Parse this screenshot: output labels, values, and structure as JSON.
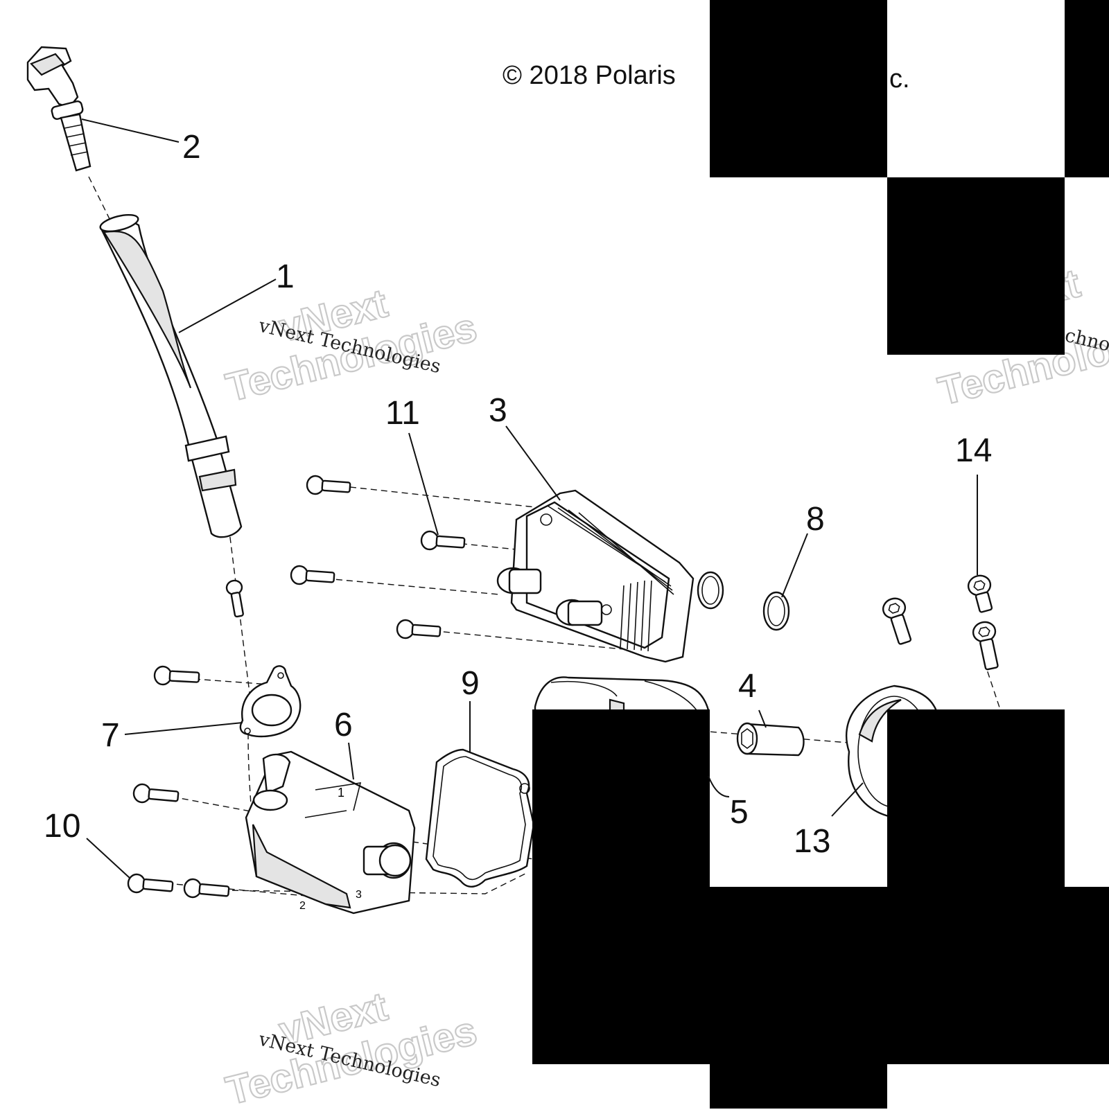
{
  "copyright": "© 2018 Polaris",
  "copyright_tail": "c.",
  "callouts": [
    "1",
    "2",
    "3",
    "4",
    "5",
    "6",
    "7",
    "8",
    "9",
    "10",
    "11",
    "13",
    "14"
  ],
  "watermark": {
    "line1": "vNext",
    "line2": "Technologies",
    "small": "vNext Technologies",
    "fragment_ext": "ext",
    "fragment_techno": "Technolo",
    "fragment_chn": "chno"
  },
  "part_marks": [
    "1",
    "2",
    "3"
  ],
  "colors": {
    "line": "#111111",
    "mask": "#000000",
    "watermark": "#c9c9c9"
  }
}
